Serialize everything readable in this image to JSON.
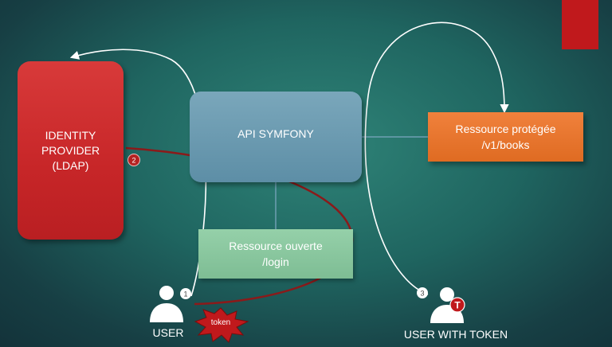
{
  "idp": {
    "line1": "IDENTITY",
    "line2": "PROVIDER",
    "line3": "(LDAP)"
  },
  "api": {
    "label": "API SYMFONY"
  },
  "protected": {
    "line1": "Ressource protégée",
    "line2": "/v1/books"
  },
  "open": {
    "line1": "Ressource ouverte",
    "line2": "/login"
  },
  "user": {
    "label": "USER",
    "token_label": "token"
  },
  "user_with_token": {
    "label": "USER WITH TOKEN",
    "avatar_badge": "T"
  },
  "steps": {
    "one": "1",
    "two": "2",
    "three": "3"
  },
  "colors": {
    "idp": "#c72628",
    "api": "#5d8ea6",
    "protected": "#df6b22",
    "open": "#7ebd94",
    "token_burst": "#c0191c",
    "arc": "#8b1a1a"
  }
}
